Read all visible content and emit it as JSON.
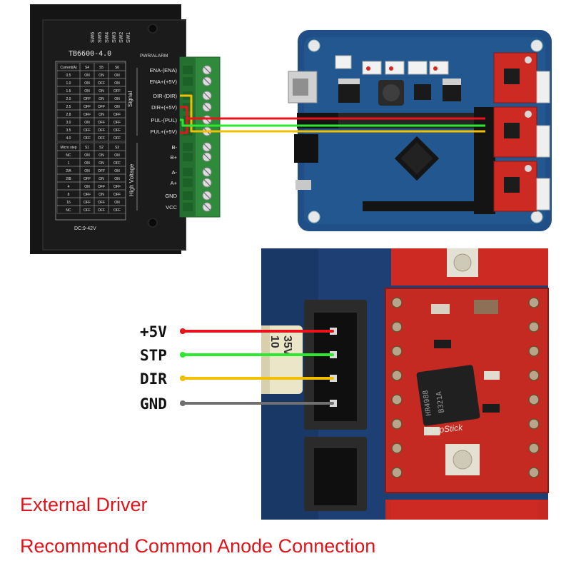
{
  "driver": {
    "model": "TB6600-4.0",
    "power_label": "DC:9-42V",
    "pwr_alarm": "PWR/ALARM",
    "switch_labels": [
      "SW6",
      "SW5",
      "SW4",
      "SW3",
      "SW2",
      "SW1"
    ],
    "signal_group_label": "Signal",
    "high_voltage_label": "High Voltage",
    "terminals": [
      "ENA-(ENA)",
      "ENA+(+5V)",
      "DIR-(DIR)",
      "DIR+(+5V)",
      "PUL-(PUL)",
      "PUL+(+5V)",
      "B-",
      "B+",
      "A-",
      "A+",
      "GND",
      "VCC"
    ],
    "current_table": {
      "headers": [
        "Current(A)",
        "S4",
        "S5",
        "S6"
      ],
      "rows": [
        [
          "0.5",
          "ON",
          "ON",
          "ON"
        ],
        [
          "1.0",
          "ON",
          "OFF",
          "ON"
        ],
        [
          "1.5",
          "ON",
          "ON",
          "OFF"
        ],
        [
          "2.0",
          "OFF",
          "ON",
          "ON"
        ],
        [
          "2.5",
          "OFF",
          "OFF",
          "ON"
        ],
        [
          "2.8",
          "OFF",
          "ON",
          "OFF"
        ],
        [
          "3.0",
          "ON",
          "OFF",
          "OFF"
        ],
        [
          "3.5",
          "OFF",
          "OFF",
          "OFF"
        ],
        [
          "4.0",
          "OFF",
          "OFF",
          "OFF"
        ]
      ]
    },
    "microstep_table": {
      "headers": [
        "Micro step",
        "S1",
        "S2",
        "S3"
      ],
      "rows": [
        [
          "NC",
          "ON",
          "ON",
          "ON"
        ],
        [
          "1",
          "ON",
          "ON",
          "OFF"
        ],
        [
          "2/A",
          "ON",
          "OFF",
          "ON"
        ],
        [
          "2/B",
          "OFF",
          "ON",
          "ON"
        ],
        [
          "4",
          "ON",
          "OFF",
          "OFF"
        ],
        [
          "8",
          "OFF",
          "ON",
          "OFF"
        ],
        [
          "16",
          "OFF",
          "OFF",
          "ON"
        ],
        [
          "NC",
          "OFF",
          "OFF",
          "OFF"
        ]
      ]
    }
  },
  "connector": {
    "pins": [
      {
        "label": "+5V",
        "color": "#e8141b"
      },
      {
        "label": "STP",
        "color": "#2ee82e"
      },
      {
        "label": "DIR",
        "color": "#f0c000"
      },
      {
        "label": "GND",
        "color": "#707070"
      }
    ]
  },
  "stepstick": {
    "chip_text": [
      "HR4988",
      "B321A"
    ],
    "board_label": "StepStick",
    "capacitor_text": [
      "35V",
      "10"
    ]
  },
  "captions": {
    "line1": "External Driver",
    "line2": "Recommend Common Anode Connection"
  },
  "colors": {
    "red": "#e8141b",
    "green": "#2ee82e",
    "yellow": "#f0c000",
    "gray": "#707070",
    "caption": "#e0151b",
    "pcb_blue": "#1f4f86",
    "driver_body": "#161616",
    "terminal_green": "#2f8a3b",
    "stepstick_red": "#cc2a22"
  }
}
